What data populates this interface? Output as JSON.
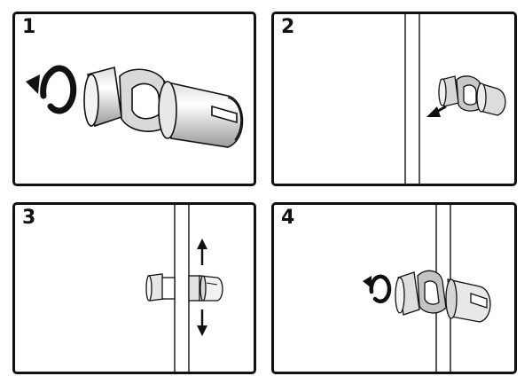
{
  "steps": [
    {
      "number": "1"
    },
    {
      "number": "2"
    },
    {
      "number": "3"
    },
    {
      "number": "4"
    }
  ],
  "colors": {
    "ink": "#111111",
    "part_light": "#efefef",
    "part_mid": "#cfcfcf",
    "part_dark": "#8a8a8a"
  },
  "icons": [
    "rotate-icon",
    "arrow-left-down-icon",
    "arrow-up-icon",
    "arrow-down-icon"
  ]
}
